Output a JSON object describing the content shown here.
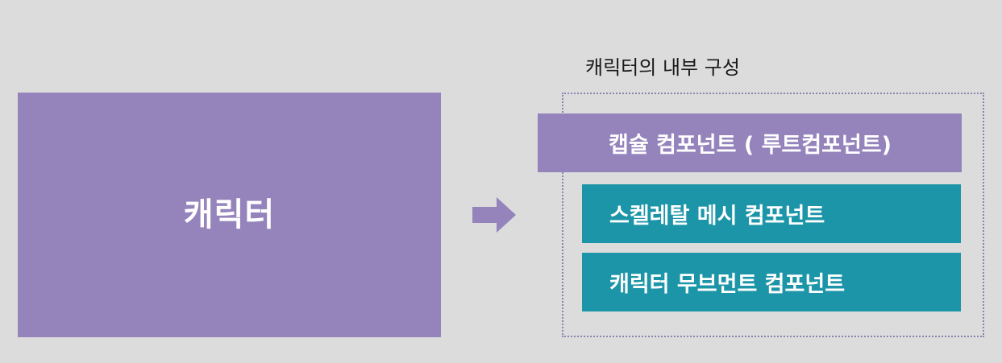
{
  "character": {
    "label": "캐릭터"
  },
  "arrow": {
    "icon": "right-arrow-icon",
    "color": "#9584bc"
  },
  "internal": {
    "title": "캐릭터의 내부 구성",
    "components": [
      {
        "label": "캡슐 컴포넌트 ( 루트컴포넌트)",
        "color": "#9584bc"
      },
      {
        "label": "스켈레탈 메시 컴포넌트",
        "color": "#1b95a7"
      },
      {
        "label": "캐릭터 무브먼트 컴포넌트",
        "color": "#1b95a7"
      }
    ]
  },
  "colors": {
    "background": "#dcdcdc",
    "purple": "#9584bc",
    "teal": "#1b95a7",
    "frame": "#8a83b0"
  }
}
